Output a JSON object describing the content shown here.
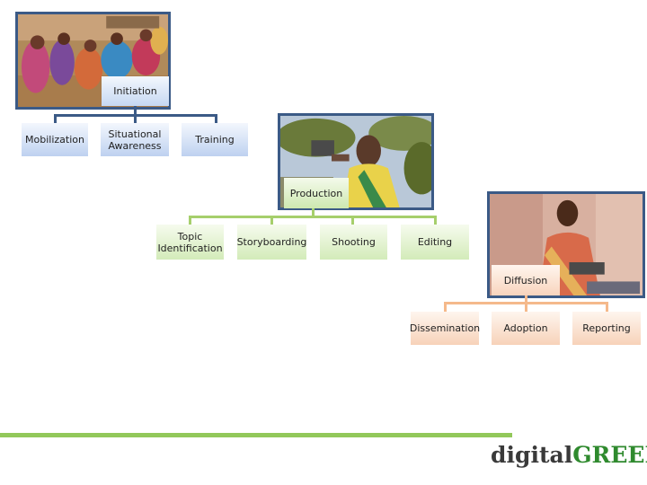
{
  "initiation": {
    "title": "Initiation",
    "children": [
      "Mobilization",
      "Situational\nAwareness",
      "Training"
    ]
  },
  "production": {
    "title": "Production",
    "children": [
      "Topic\nIdentification",
      "Storyboarding",
      "Shooting",
      "Editing"
    ]
  },
  "diffusion": {
    "title": "Diffusion",
    "children": [
      "Dissemination",
      "Adoption",
      "Reporting"
    ]
  },
  "logo": {
    "part1": "digital",
    "part2": "GREEN"
  },
  "colors": {
    "initiation": "#3b5a86",
    "production": "#a6cf6c",
    "diffusion": "#f5b98b",
    "footer_bar": "#92c85a",
    "logo_green": "#2f8a2e"
  }
}
